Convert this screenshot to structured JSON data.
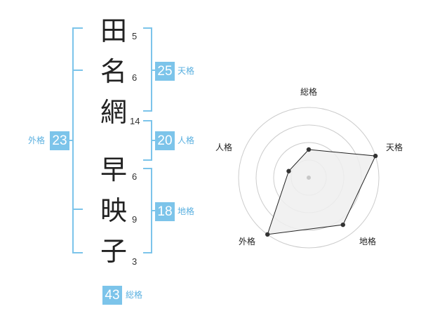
{
  "name": {
    "family": [
      {
        "char": "田",
        "strokes": "5"
      },
      {
        "char": "名",
        "strokes": "6"
      },
      {
        "char": "網",
        "strokes": "14"
      }
    ],
    "given": [
      {
        "char": "早",
        "strokes": "6"
      },
      {
        "char": "映",
        "strokes": "9"
      },
      {
        "char": "子",
        "strokes": "3"
      }
    ]
  },
  "scores": {
    "tenkaku": {
      "value": "25",
      "label": "天格"
    },
    "jinkaku": {
      "value": "20",
      "label": "人格"
    },
    "chikaku": {
      "value": "18",
      "label": "地格"
    },
    "gaikaku": {
      "value": "23",
      "label": "外格"
    },
    "soukaku": {
      "value": "43",
      "label": "総格"
    }
  },
  "radar": {
    "axes": [
      "総格",
      "天格",
      "地格",
      "外格",
      "人格"
    ],
    "levels": 4,
    "values": [
      0.4,
      1.0,
      0.83,
      1.0,
      0.3
    ],
    "colors": {
      "ring": "#cccccc",
      "fill": "#eeeeee",
      "line": "#222222",
      "point": "#333333",
      "center": "#c8c8c8"
    }
  },
  "colors": {
    "accent": "#7cc4ea",
    "bracket": "#7cc4ea"
  }
}
